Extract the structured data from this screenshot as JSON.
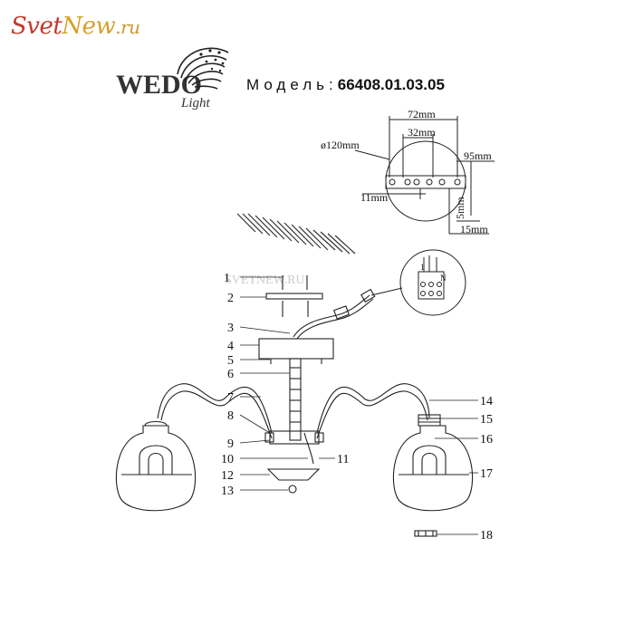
{
  "site_logo": {
    "part1": "Svet",
    "part2": "New",
    "part3": ".ru"
  },
  "brand": {
    "name": "WEDO",
    "sub": "Light"
  },
  "model": {
    "label": "Модель:",
    "number": "66408.01.03.05"
  },
  "watermark": "SVETNEW.RU",
  "dimensions": {
    "d120": "ø120mm",
    "w72": "72mm",
    "w32": "32mm",
    "w95": "95mm",
    "w11": "11mm",
    "h5": "5mm",
    "h15": "15mm"
  },
  "terminal": {
    "t1": "1",
    "t2": "N"
  },
  "callouts_left": [
    "1",
    "2",
    "3",
    "4",
    "5",
    "6",
    "7",
    "8",
    "9",
    "10",
    "12",
    "13"
  ],
  "callouts_right": [
    "11",
    "14",
    "15",
    "16",
    "17",
    "18"
  ]
}
